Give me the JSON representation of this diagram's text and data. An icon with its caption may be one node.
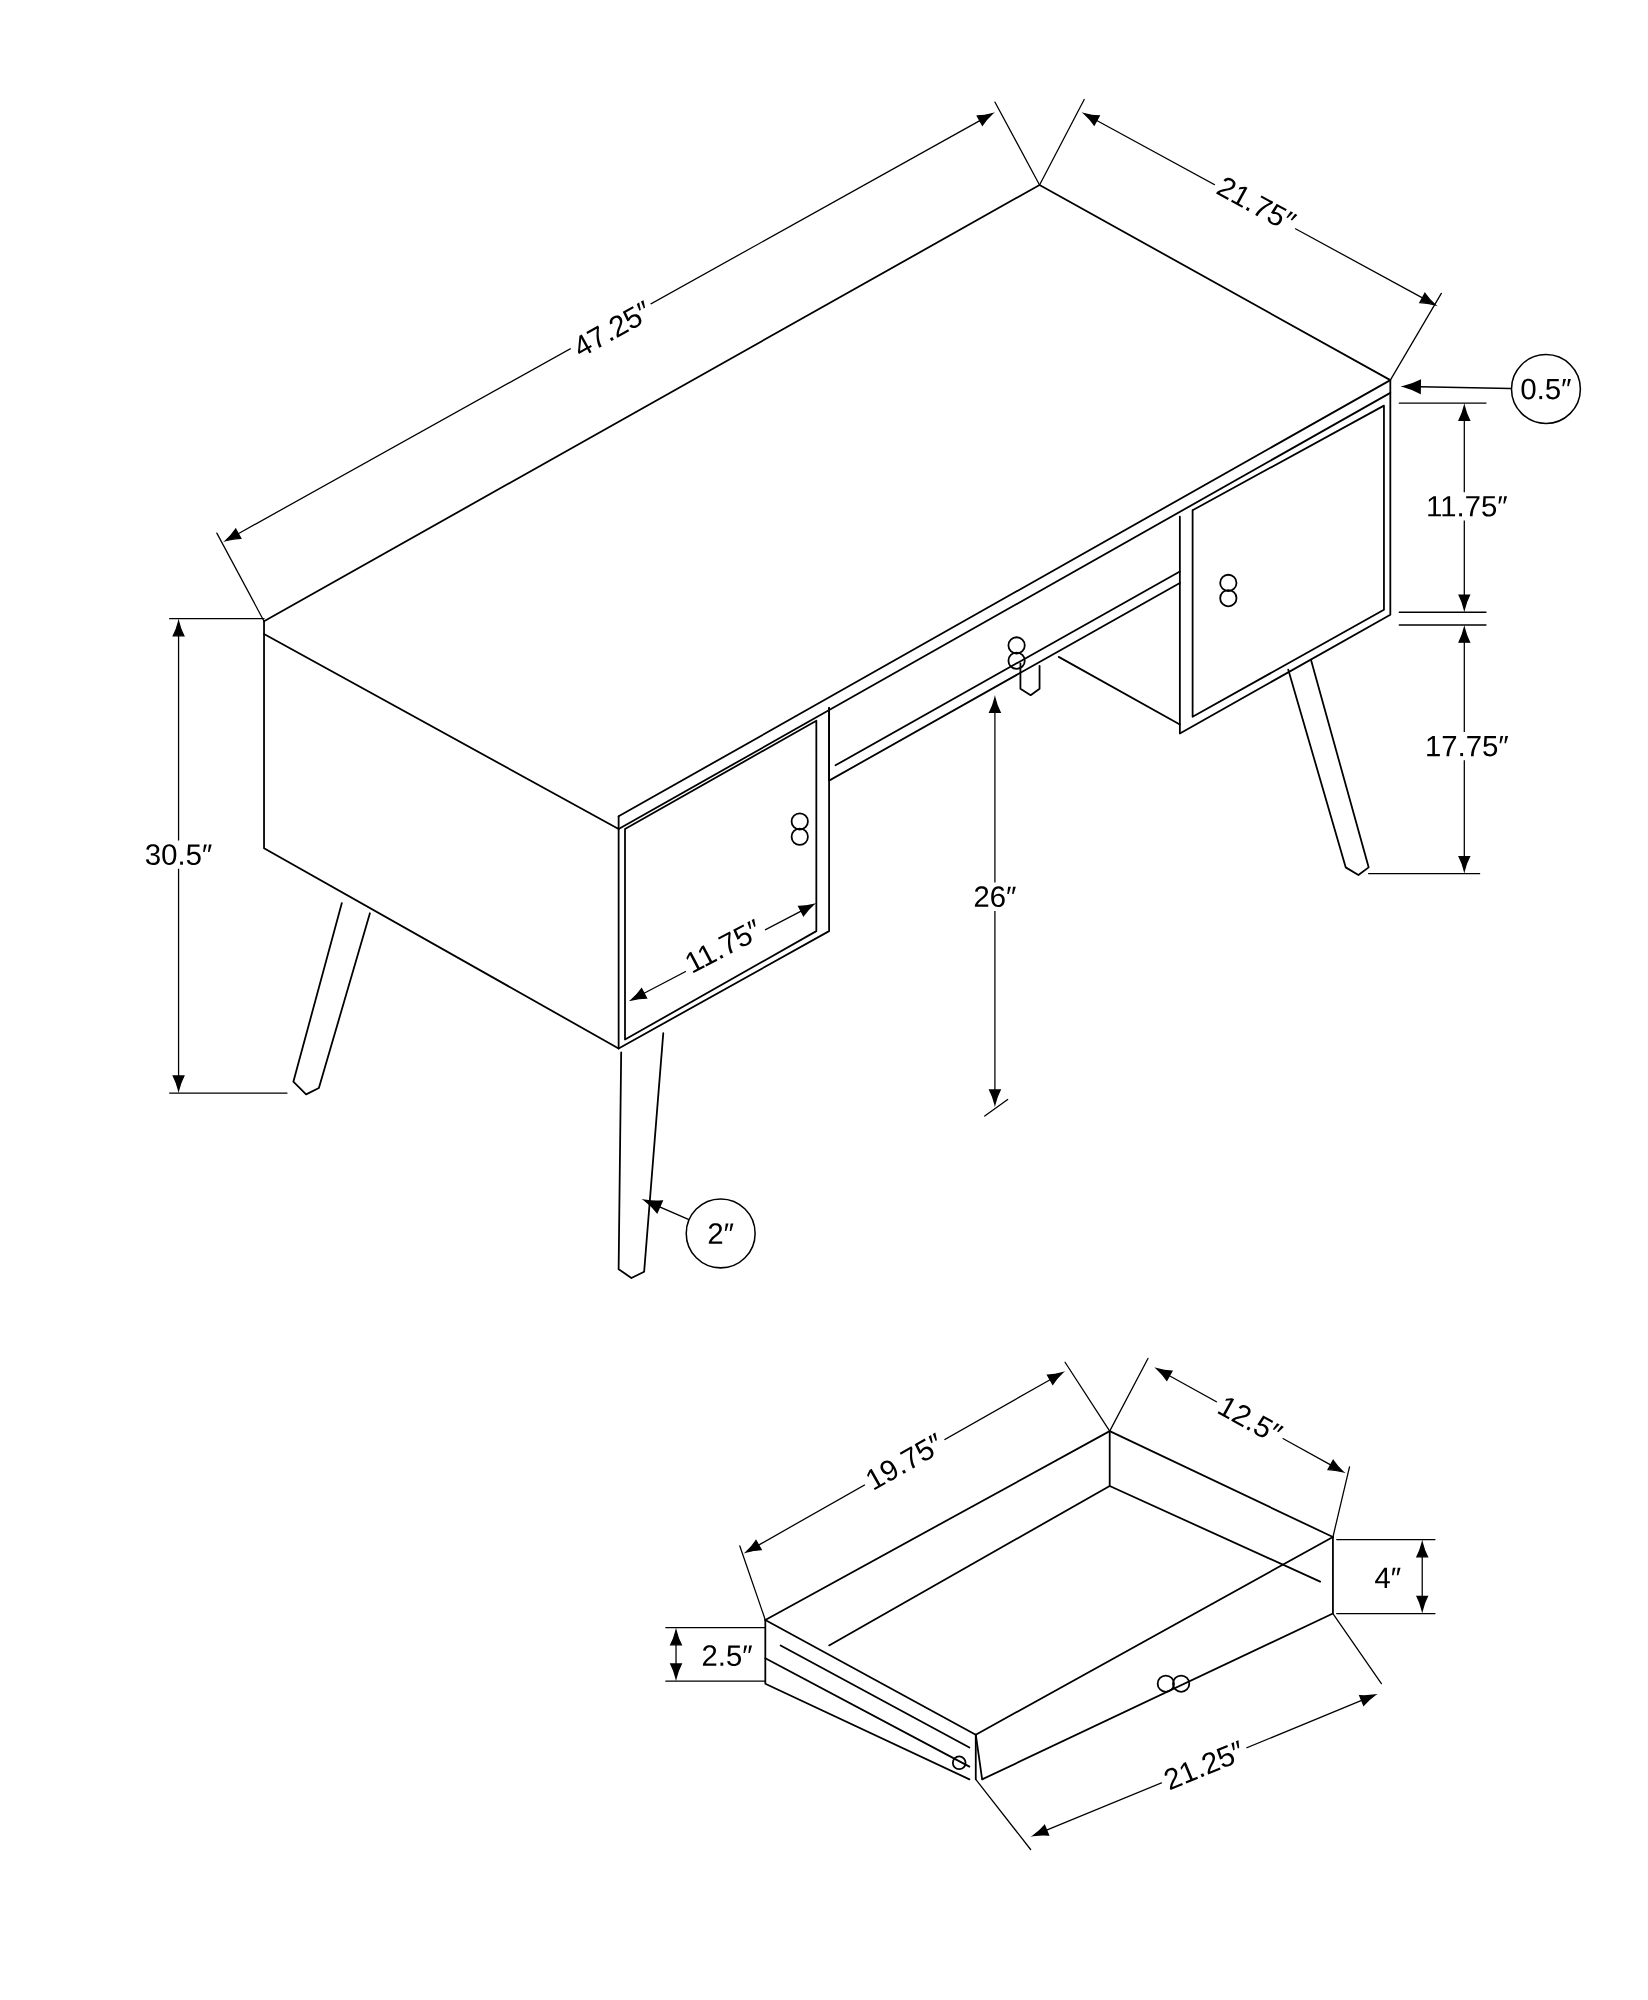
{
  "diagram": {
    "nodes": [
      {
        "text": [
          "0.5″"
        ]
      },
      {
        "text": [
          "2″"
        ]
      }
    ],
    "edges": [
      {
        "from": 0,
        "to": null,
        "arrow": "to"
      },
      {
        "from": 1,
        "to": null,
        "arrow": "to"
      }
    ],
    "labels": [
      "47.25″",
      "21.75″",
      "11.75″",
      "30.5″",
      "17.75″",
      "26″",
      "11.75″",
      "19.75″",
      "12.5″",
      "4″",
      "2.5″",
      "21.25″"
    ]
  }
}
